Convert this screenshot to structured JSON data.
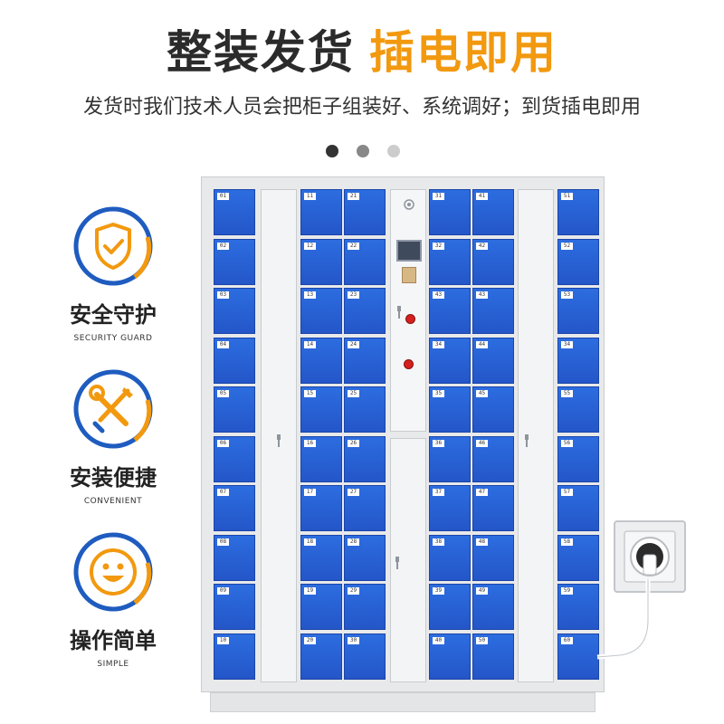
{
  "headline": {
    "part1": "整装发货",
    "part2": "插电即用"
  },
  "subtitle": "发货时我们技术人员会把柜子组装好、系统调好；到货插电即用",
  "colors": {
    "accent_orange": "#f2990f",
    "accent_blue": "#1f5cbf",
    "locker_blue": "#2a63d6",
    "dot_active": "#333333",
    "dot_mid": "#888888",
    "dot_light": "#cccccc"
  },
  "carousel_dots": 3,
  "features": [
    {
      "icon": "shield-check-icon",
      "title": "安全守护",
      "subtitle": "SECURITY GUARD"
    },
    {
      "icon": "wrench-screwdriver-icon",
      "title": "安装便捷",
      "subtitle": "CONVENIENT"
    },
    {
      "icon": "smiley-face-icon",
      "title": "操作简单",
      "subtitle": "SIMPLE"
    }
  ],
  "lockers": {
    "col1": [
      "01",
      "02",
      "03",
      "04",
      "05",
      "06",
      "07",
      "08",
      "09",
      "10"
    ],
    "col3": [
      "11",
      "12",
      "13",
      "14",
      "15",
      "16",
      "17",
      "18",
      "19",
      "20"
    ],
    "col4": [
      "21",
      "22",
      "23",
      "24",
      "25",
      "26",
      "27",
      "28",
      "29",
      "30"
    ],
    "col6": [
      "31",
      "32",
      "43",
      "34",
      "35",
      "36",
      "37",
      "38",
      "39",
      "40"
    ],
    "col7": [
      "41",
      "42",
      "43",
      "44",
      "45",
      "46",
      "47",
      "48",
      "49",
      "50"
    ],
    "col9": [
      "51",
      "52",
      "53",
      "34",
      "55",
      "56",
      "57",
      "58",
      "59",
      "60"
    ]
  }
}
